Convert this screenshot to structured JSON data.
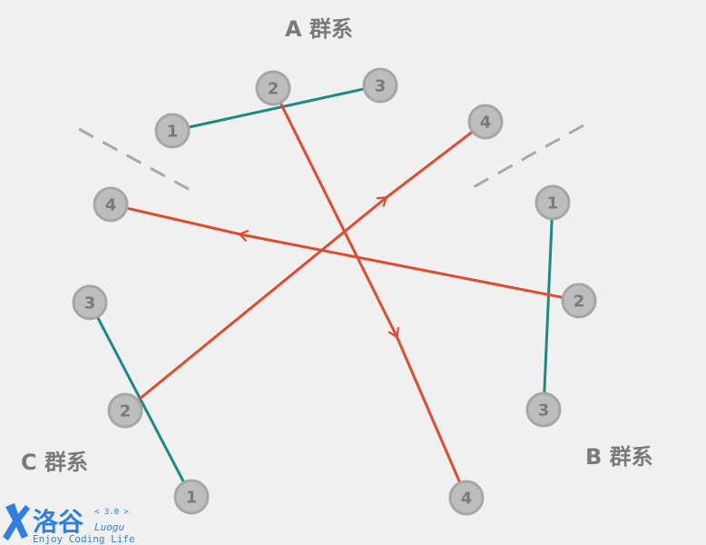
{
  "clusters": {
    "a": {
      "title": "A 群系",
      "nodes": [
        "1",
        "2",
        "3"
      ]
    },
    "extra_a4": "4",
    "b": {
      "title": "B 群系",
      "nodes": [
        "1",
        "2",
        "3"
      ]
    },
    "c": {
      "title": "C 群系",
      "nodes": [
        "1",
        "2",
        "3",
        "4"
      ]
    },
    "extra_bottom4": "4"
  },
  "colors": {
    "teal": "#1a8a83",
    "red": "#e24a2e",
    "node_fill": "#bdbdbd",
    "node_stroke": "#a6a6a6",
    "label": "#7a7a7a",
    "divider": "#a8a8a8",
    "logo": "#2f7fe3"
  },
  "logo": {
    "name_cn": "洛谷",
    "version": "< 3.0 >",
    "name_en": "Luogu",
    "slogan": "Enjoy Coding Life"
  }
}
